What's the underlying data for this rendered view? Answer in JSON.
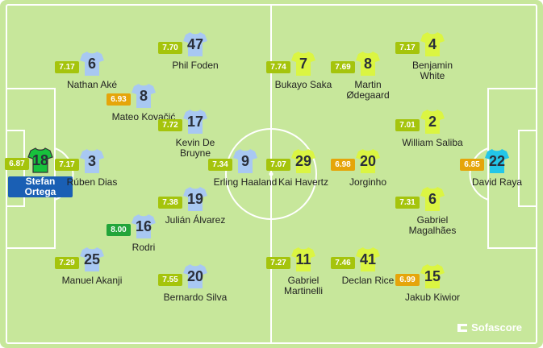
{
  "brand": {
    "label": "Sofascore"
  },
  "colors": {
    "pitch": "#c7e79b",
    "pitch_stripe": "#bfe28f",
    "lines": "#ffffff",
    "home_kit": "#a8c8f2",
    "home_gk_kit": "#17c23c",
    "home_gk_collar": "#333333",
    "away_kit": "#dbf542",
    "away_gk_kit": "#23c6e8",
    "rating_green": "#22a53a",
    "rating_lime": "#a5c40c",
    "rating_orange": "#e5a50a"
  },
  "players": [
    {
      "id": "ortega",
      "number": "18",
      "name": "Stefan Ortega",
      "rating": "6.87",
      "kit": "home_gk",
      "rating_color": "rating_lime",
      "gk": true
    },
    {
      "id": "dias",
      "number": "3",
      "name": "Rúben Dias",
      "rating": "7.17",
      "kit": "home",
      "rating_color": "rating_lime"
    },
    {
      "id": "ake",
      "number": "6",
      "name": "Nathan Aké",
      "rating": "7.17",
      "kit": "home",
      "rating_color": "rating_lime"
    },
    {
      "id": "akanji",
      "number": "25",
      "name": "Manuel Akanji",
      "rating": "7.29",
      "kit": "home",
      "rating_color": "rating_lime"
    },
    {
      "id": "kovacic",
      "number": "8",
      "name": "Mateo Kovačić",
      "rating": "6.93",
      "kit": "home",
      "rating_color": "rating_orange"
    },
    {
      "id": "rodri",
      "number": "16",
      "name": "Rodri",
      "rating": "8.00",
      "kit": "home",
      "rating_color": "rating_green"
    },
    {
      "id": "foden",
      "number": "47",
      "name": "Phil Foden",
      "rating": "7.70",
      "kit": "home",
      "rating_color": "rating_lime"
    },
    {
      "id": "debruyne",
      "number": "17",
      "name": "Kevin De Bruyne",
      "rating": "7.72",
      "kit": "home",
      "rating_color": "rating_lime"
    },
    {
      "id": "alvarez",
      "number": "19",
      "name": "Julián Álvarez",
      "rating": "7.38",
      "kit": "home",
      "rating_color": "rating_lime"
    },
    {
      "id": "silva",
      "number": "20",
      "name": "Bernardo Silva",
      "rating": "7.55",
      "kit": "home",
      "rating_color": "rating_lime"
    },
    {
      "id": "haaland",
      "number": "9",
      "name": "Erling Haaland",
      "rating": "7.34",
      "kit": "home",
      "rating_color": "rating_lime"
    },
    {
      "id": "havertz",
      "number": "29",
      "name": "Kai Havertz",
      "rating": "7.07",
      "kit": "away",
      "rating_color": "rating_lime"
    },
    {
      "id": "saka",
      "number": "7",
      "name": "Bukayo Saka",
      "rating": "7.74",
      "kit": "away",
      "rating_color": "rating_lime"
    },
    {
      "id": "martinelli",
      "number": "11",
      "name": "Gabriel Martinelli",
      "rating": "7.27",
      "kit": "away",
      "rating_color": "rating_lime"
    },
    {
      "id": "odegaard",
      "number": "8",
      "name": "Martin Ødegaard",
      "rating": "7.69",
      "kit": "away",
      "rating_color": "rating_lime"
    },
    {
      "id": "jorginho",
      "number": "20",
      "name": "Jorginho",
      "rating": "6.98",
      "kit": "away",
      "rating_color": "rating_orange"
    },
    {
      "id": "rice",
      "number": "41",
      "name": "Declan Rice",
      "rating": "7.46",
      "kit": "away",
      "rating_color": "rating_lime"
    },
    {
      "id": "white",
      "number": "4",
      "name": "Benjamin White",
      "rating": "7.17",
      "kit": "away",
      "rating_color": "rating_lime"
    },
    {
      "id": "saliba",
      "number": "2",
      "name": "William Saliba",
      "rating": "7.01",
      "kit": "away",
      "rating_color": "rating_lime"
    },
    {
      "id": "magalhaes",
      "number": "6",
      "name": "Gabriel Magalhães",
      "rating": "7.31",
      "kit": "away",
      "rating_color": "rating_lime"
    },
    {
      "id": "kiwior",
      "number": "15",
      "name": "Jakub Kiwior",
      "rating": "6.99",
      "kit": "away",
      "rating_color": "rating_orange"
    },
    {
      "id": "raya",
      "number": "22",
      "name": "David Raya",
      "rating": "6.85",
      "kit": "away_gk",
      "rating_color": "rating_orange",
      "gk": true
    }
  ]
}
